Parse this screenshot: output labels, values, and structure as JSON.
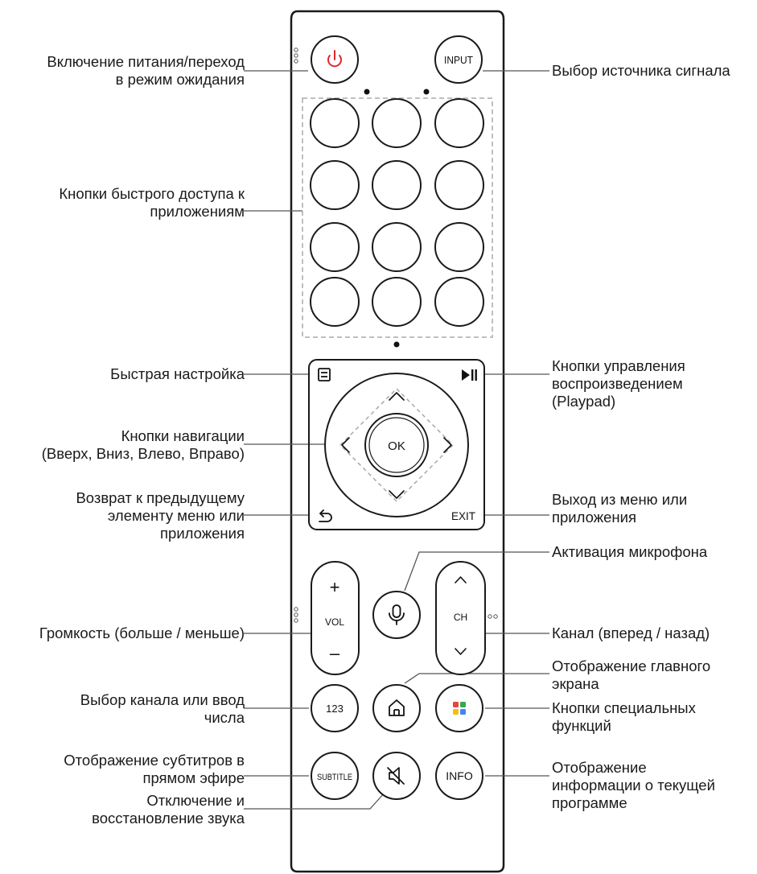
{
  "buttons": {
    "input": "INPUT",
    "ok": "OK",
    "exit": "EXIT",
    "vol": "VOL",
    "vol_plus": "+",
    "vol_minus": "–",
    "ch": "CH",
    "num": "123",
    "subtitle": "SUBTITLE",
    "info": "INFO"
  },
  "callouts_left": {
    "power": [
      "Включение питания/переход",
      "в режим ожидания"
    ],
    "apps": [
      "Кнопки быстрого доступа к",
      "приложениям"
    ],
    "quick_settings": [
      "Быстрая настройка"
    ],
    "navigation": [
      "Кнопки навигации",
      "(Вверх, Вниз, Влево, Вправо)"
    ],
    "back": [
      "Возврат к предыдущему",
      "элементу меню или",
      "приложения"
    ],
    "volume": [
      "Громкость (больше / меньше)"
    ],
    "numbers": [
      "Выбор канала или ввод",
      "числа"
    ],
    "subtitle": [
      "Отображение субтитров в",
      "прямом эфире"
    ],
    "mute": [
      "Отключение и",
      "восстановление звука"
    ]
  },
  "callouts_right": {
    "input": [
      "Выбор источника сигнала"
    ],
    "playpad": [
      "Кнопки управления",
      "воспроизведением",
      "(Playpad)"
    ],
    "exit": [
      "Выход из меню или",
      "приложения"
    ],
    "mic": [
      "Активация микрофона"
    ],
    "channel": [
      "Канал (вперед / назад)"
    ],
    "home": [
      "Отображение главного",
      "экрана"
    ],
    "special": [
      "Кнопки специальных",
      "функций"
    ],
    "info": [
      "Отображение",
      "информации о текущей",
      "программе"
    ]
  },
  "colors": {
    "power_icon": "#e3262e",
    "special_icon": [
      "#e8453c",
      "#34a853",
      "#fbbc05",
      "#4285f4"
    ]
  }
}
